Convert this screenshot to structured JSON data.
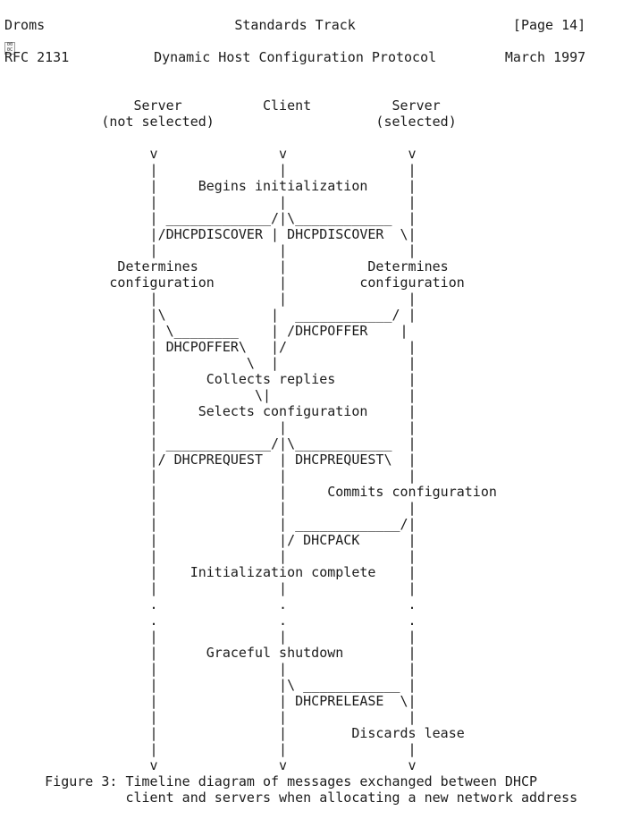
{
  "footer": {
    "author": "Droms",
    "category": "Standards Track",
    "page": "[Page 14]"
  },
  "formfeed": {
    "hex_top": "00",
    "hex_bottom": "0C"
  },
  "header": {
    "rfc": "RFC 2131",
    "title": "Dynamic Host Configuration Protocol",
    "date": "March 1997"
  },
  "diagram": {
    "ascii": [
      "                Server          Client          Server",
      "            (not selected)                    (selected)",
      "",
      "                  v               v               v",
      "                  |               |               |",
      "                  |     Begins initialization     |",
      "                  |               |               |",
      "                  | _____________/|\\____________  |",
      "                  |/DHCPDISCOVER | DHCPDISCOVER  \\|",
      "                  |               |               |",
      "              Determines          |          Determines",
      "             configuration        |         configuration",
      "                  |               |               |",
      "                  |\\             |  ____________/ |",
      "                  | \\________    | /DHCPOFFER    |",
      "                  | DHCPOFFER\\   |/               |",
      "                  |           \\  |                |",
      "                  |      Collects replies         |",
      "                  |            \\|                 |",
      "                  |     Selects configuration     |",
      "                  |               |               |",
      "                  | _____________/|\\____________  |",
      "                  |/ DHCPREQUEST  | DHCPREQUEST\\  |",
      "                  |               |               |",
      "                  |               |     Commits configuration",
      "                  |               |               |",
      "                  |               | _____________/|",
      "                  |               |/ DHCPACK      |",
      "                  |               |               |",
      "                  |    Initialization complete    |",
      "                  |               |               |",
      "                  .               .               .",
      "                  .               .               .",
      "                  |               |               |",
      "                  |      Graceful shutdown        |",
      "                  |               |               |",
      "                  |               |\\ ____________ |",
      "                  |               | DHCPRELEASE  \\|",
      "                  |               |               |",
      "                  |               |        Discards lease",
      "                  |               |               |",
      "                  v               v               v"
    ],
    "caption": [
      "     Figure 3: Timeline diagram of messages exchanged between DHCP",
      "               client and servers when allocating a new network address"
    ],
    "semantics": {
      "lanes": [
        "Server (not selected)",
        "Client",
        "Server (selected)"
      ],
      "messages": [
        "DHCPDISCOVER",
        "DHCPOFFER",
        "DHCPREQUEST",
        "DHCPACK",
        "DHCPRELEASE"
      ],
      "events": [
        "Begins initialization",
        "Determines configuration",
        "Collects replies",
        "Selects configuration",
        "Commits configuration",
        "Initialization complete",
        "Graceful shutdown",
        "Discards lease"
      ]
    }
  },
  "colors": {
    "text": "#1c1c1c",
    "background": "#ffffff",
    "formfeed_border": "#9a9a9a"
  }
}
